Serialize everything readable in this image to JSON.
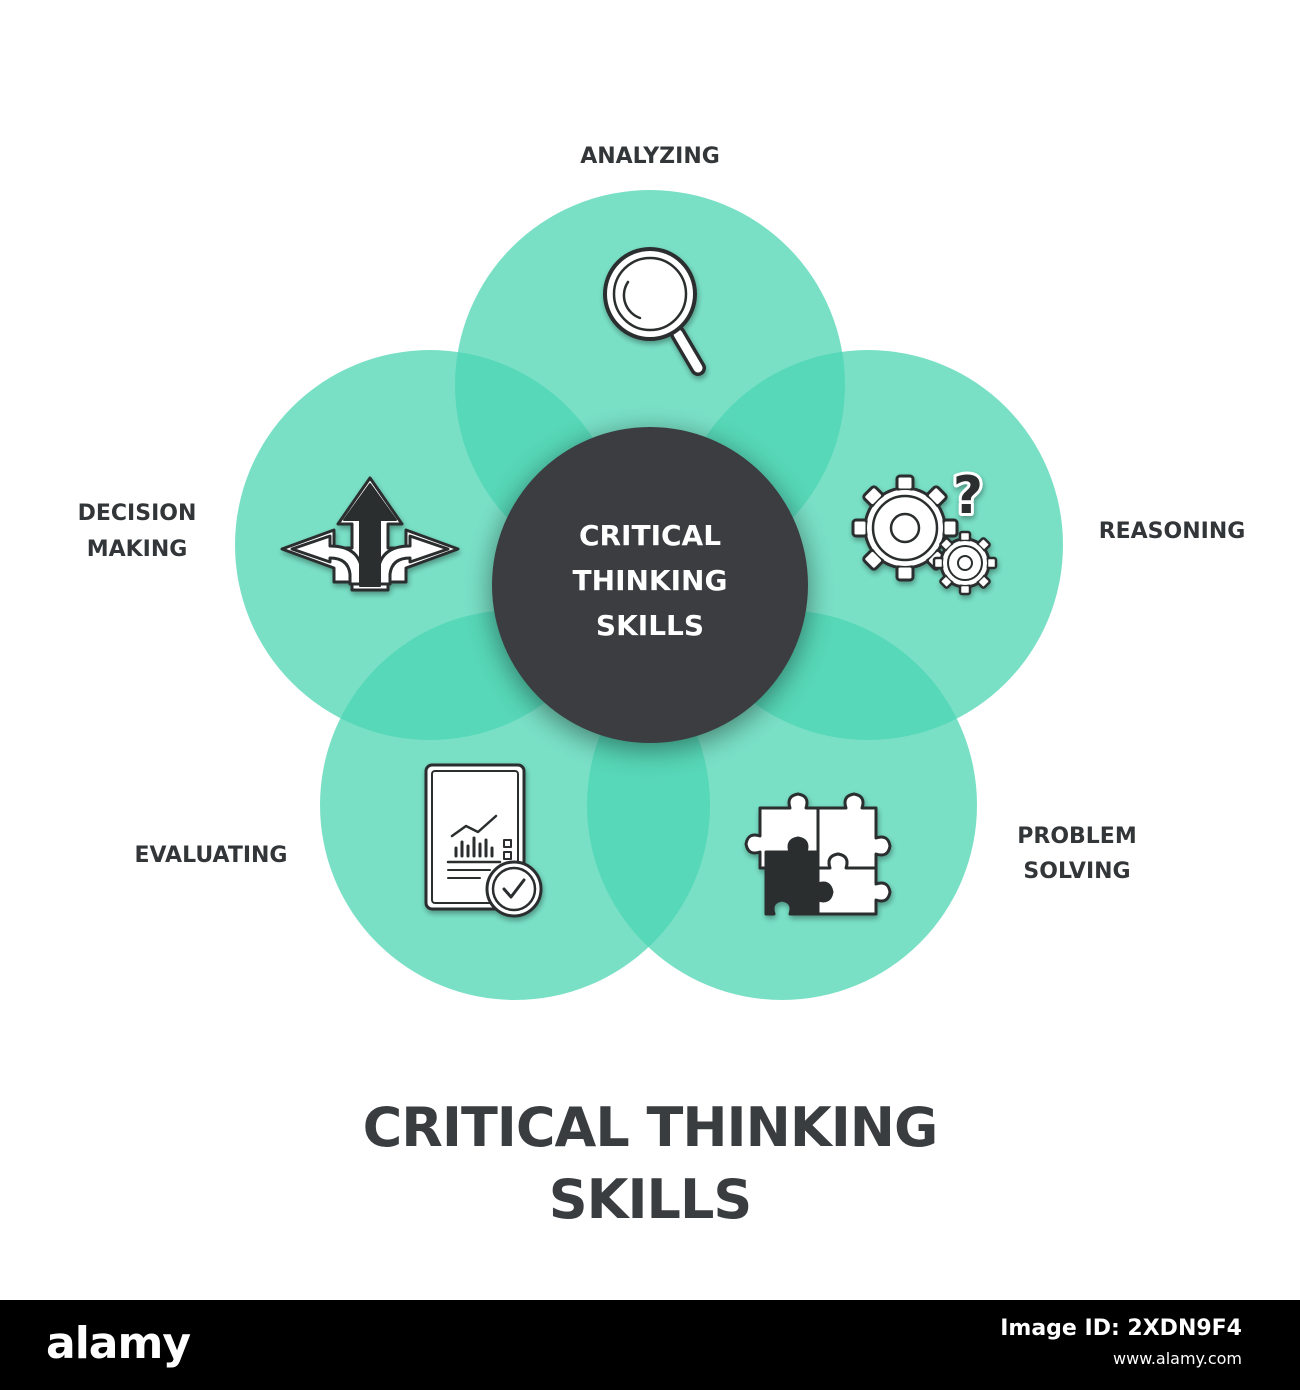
{
  "colors": {
    "petal": "#4cd6b3",
    "center": "#3a3d40",
    "text": "#333638",
    "icon_stroke": "#2b2d2f",
    "footer_bg": "#000000"
  },
  "diagram": {
    "center": {
      "line1": "CRITICAL",
      "line2": "THINKING",
      "line3": "SKILLS"
    },
    "petals": [
      {
        "label_lines": [
          "ANALYZING"
        ],
        "icon": "magnifier-icon"
      },
      {
        "label_lines": [
          "REASONING"
        ],
        "icon": "gears-question-icon"
      },
      {
        "label_lines": [
          "PROBLEM",
          "SOLVING"
        ],
        "icon": "puzzle-icon"
      },
      {
        "label_lines": [
          "EVALUATING"
        ],
        "icon": "report-check-icon"
      },
      {
        "label_lines": [
          "DECISION",
          "MAKING"
        ],
        "icon": "split-arrows-icon"
      }
    ]
  },
  "title": {
    "line1": "CRITICAL THINKING",
    "line2": "SKILLS"
  },
  "footer": {
    "brand": "alamy",
    "image_id_label": "Image ID: 2XDN9F4",
    "site": "www.alamy.com"
  }
}
